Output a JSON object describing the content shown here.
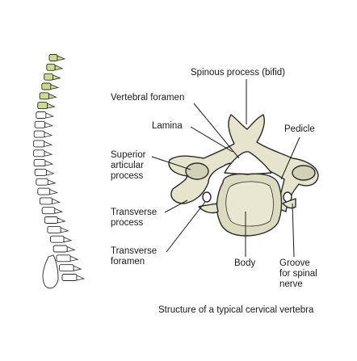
{
  "labels": {
    "spinous_process": "Spinous process (bifid)",
    "vertebral_foramen": "Vertebral foramen",
    "lamina": "Lamina",
    "pedicle": "Pedicle",
    "superior_articular_process": [
      "Superior",
      "articular",
      "process"
    ],
    "transverse_process": [
      "Transverse",
      "process"
    ],
    "transverse_foramen": [
      "Transverse",
      "foramen"
    ],
    "body": "Body",
    "groove_for_spinal_nerve": [
      "Groove",
      "for spinal",
      "nerve"
    ]
  },
  "caption": "Structure of a typical cervical vertebra",
  "colors": {
    "bone_fill": "#e6e4cc",
    "bone_dark": "#b9b79b",
    "bone_outline": "#2a2a2a",
    "cervical_highlight": "#c9db8f",
    "leader_line": "#1a1a1a"
  }
}
